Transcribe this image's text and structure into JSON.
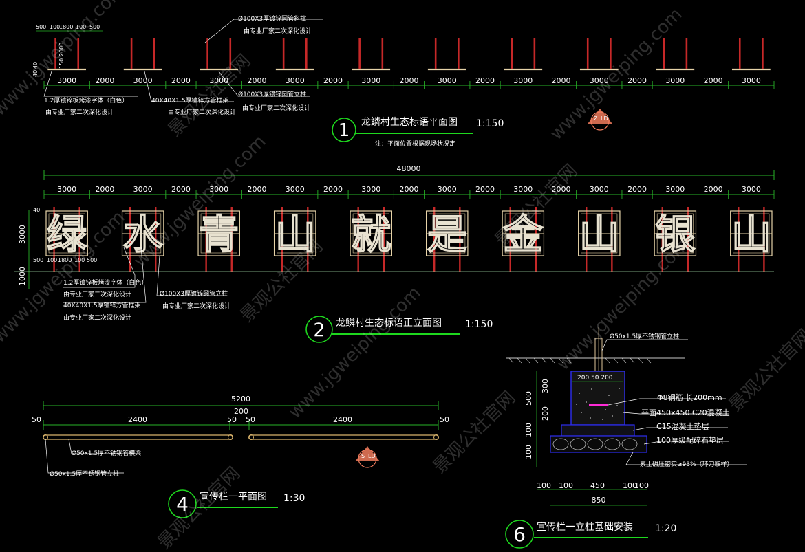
{
  "plan": {
    "dims_top_left": [
      "500",
      "100",
      "1800",
      "100",
      "500"
    ],
    "dims_vert": [
      "2000",
      "150",
      "40",
      "40"
    ],
    "dims_row": [
      "3000",
      "2000",
      "3000",
      "2000",
      "3000",
      "2000",
      "3000",
      "2000",
      "3000",
      "2000",
      "3000",
      "2000",
      "3000",
      "2000",
      "3000",
      "2000",
      "3000",
      "2000",
      "3000"
    ],
    "notes": {
      "pipe_top_line1": "Ø100X3厚镀锌圆管斜撑",
      "pipe_top_line2": "由专业厂家二次深化设计",
      "font_line1": "1.2厚镀锌板烤漆字体（白色）",
      "font_line2": "由专业厂家二次深化设计",
      "frame_line1": "40X40X1.5厚镀锌方管框架",
      "frame_line2": "由专业厂家二次深化设计",
      "post_line1": "Ø100X3厚镀锌圆管立柱",
      "post_line2": "由专业厂家二次深化设计"
    },
    "title_num": "1",
    "title": "龙鳞村生态标语平面图",
    "scale": "1:150",
    "note": "注：平面位置根据现场状况定",
    "compass": {
      "top": "Z",
      "right": "LD"
    }
  },
  "elevation": {
    "overall": "48000",
    "dims_row": [
      "3000",
      "2000",
      "3000",
      "2000",
      "3000",
      "2000",
      "3000",
      "2000",
      "3000",
      "2000",
      "3000",
      "2000",
      "3000",
      "2000",
      "3000",
      "2000",
      "3000",
      "2000",
      "3000"
    ],
    "chars": [
      "绿",
      "水",
      "青",
      "山",
      "就",
      "是",
      "金",
      "山",
      "银",
      "山"
    ],
    "height_dims": [
      "40",
      "3000",
      "1000"
    ],
    "bottom_dims": [
      "500",
      "100",
      "1800",
      "100",
      "500"
    ],
    "notes": {
      "font_line1": "1.2厚镀锌板烤漆字体（白色）",
      "font_line2": "由专业厂家二次深化设计",
      "frame_line1": "40X40X1.5厚镀锌方管框架",
      "frame_line2": "由专业厂家二次深化设计",
      "post_line1": "Ø100X3厚镀锌圆管立柱",
      "post_line2": "由专业厂家二次深化设计"
    },
    "title_num": "2",
    "title": "龙鳞村生态标语正立面图",
    "scale": "1:150"
  },
  "board": {
    "overall": "5200",
    "dims": [
      "50",
      "2400",
      "50",
      "200",
      "50",
      "2400",
      "50"
    ],
    "notes": {
      "rail": "Ø50x1.5厚不锈钢管横梁",
      "post": "Ø50x1.5厚不锈钢管立柱"
    },
    "compass": {
      "top": "S",
      "right": "LD"
    },
    "title_num": "4",
    "title": "宣传栏一平面图",
    "scale": "1:30"
  },
  "foundation": {
    "post_note": "Ø50x1.5厚不锈钢管立柱",
    "top_dims": "200 50 200",
    "left_dims": [
      "300",
      "500",
      "200",
      "100",
      "100"
    ],
    "layers": [
      "Φ8钢筋 长200mm",
      "平面450x450 C20混凝土",
      "C15混凝土垫层",
      "100厚级配碎石垫层",
      "素土碾压密实≥93%（环刀取样）"
    ],
    "bottom_dims": [
      "100",
      "100",
      "450",
      "100",
      "100"
    ],
    "overall": "850",
    "title_num": "6",
    "title": "宣传栏一立柱基础安装",
    "scale": "1:20"
  },
  "watermark": {
    "cn": "景观公社官网",
    "url": "www.jgweiping.com"
  },
  "colors": {
    "post_red": "#c62828",
    "frame_tan": "#e6d3a8",
    "dim_green": "#27b327",
    "title_green": "#1ed81e",
    "compass_fill": "#f27c5d",
    "fill_blue": "#2d2df0",
    "magenta": "#ff2bd6"
  }
}
